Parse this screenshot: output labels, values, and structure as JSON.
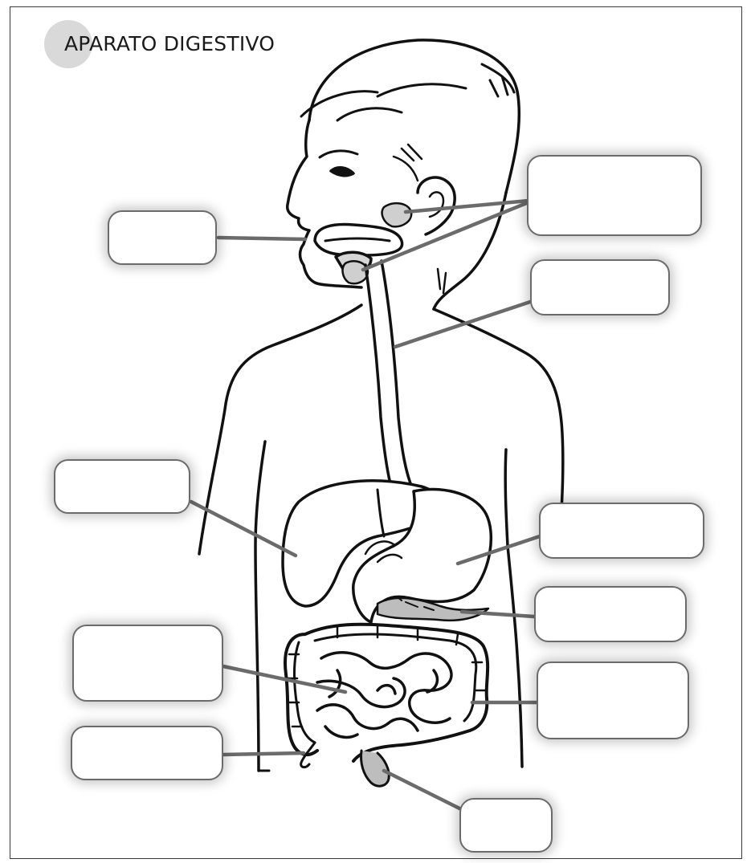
{
  "title": "APARATO DIGESTIVO",
  "colors": {
    "outline": "#111111",
    "pointer_line": "#6b6b6b",
    "box_border": "#6b6b6b",
    "organ_shade": "#d6d6d6"
  },
  "labels": [
    {
      "id": "label-mouth",
      "answer": ""
    },
    {
      "id": "label-salivary-glands",
      "answer": ""
    },
    {
      "id": "label-esophagus",
      "answer": ""
    },
    {
      "id": "label-liver",
      "answer": ""
    },
    {
      "id": "label-stomach",
      "answer": ""
    },
    {
      "id": "label-pancreas",
      "answer": ""
    },
    {
      "id": "label-small-intestine",
      "answer": ""
    },
    {
      "id": "label-large-intestine",
      "answer": ""
    },
    {
      "id": "label-appendix",
      "answer": ""
    },
    {
      "id": "label-rectum",
      "answer": ""
    }
  ]
}
